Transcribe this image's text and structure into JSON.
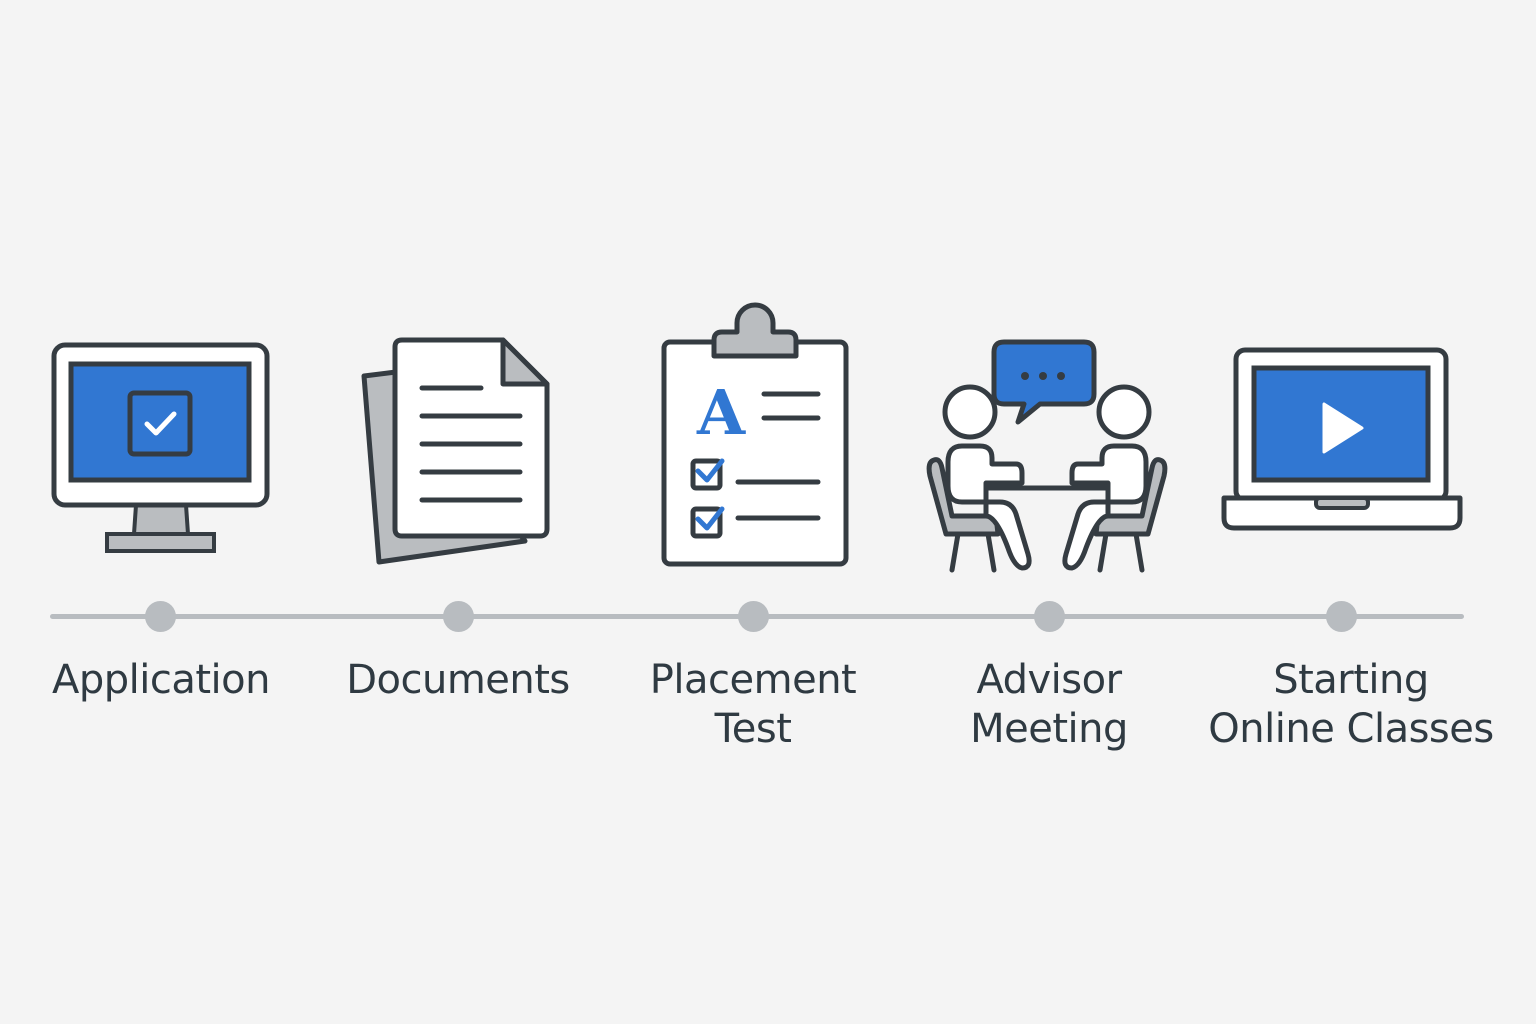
{
  "colors": {
    "background": "#f4f4f4",
    "accent": "#3177d2",
    "outline": "#353c42",
    "fill_gray": "#babdc0",
    "timeline": "#b8bcc0",
    "label_text": "#2f3a42"
  },
  "steps": [
    {
      "lines": [
        "Application"
      ],
      "icon": "monitor-checkbox-icon"
    },
    {
      "lines": [
        "Documents"
      ],
      "icon": "documents-icon"
    },
    {
      "lines": [
        "Placement",
        "Test"
      ],
      "icon": "clipboard-test-icon"
    },
    {
      "lines": [
        "Advisor",
        "Meeting"
      ],
      "icon": "advisor-meeting-icon"
    },
    {
      "lines": [
        "Starting",
        "Online Classes"
      ],
      "icon": "laptop-play-icon"
    }
  ],
  "clipboard_grade": "A"
}
